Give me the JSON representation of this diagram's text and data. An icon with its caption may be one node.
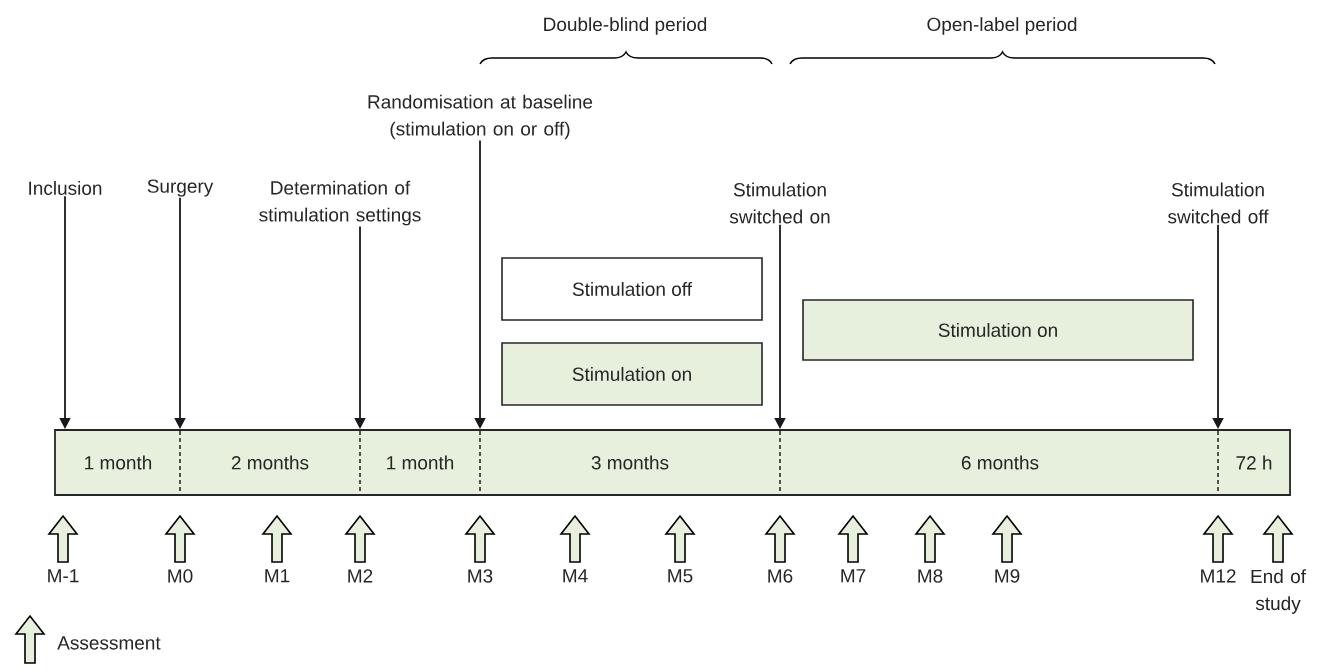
{
  "diagram": {
    "nodes": [
      {
        "text": [
          "Inclusion"
        ]
      },
      {
        "text": [
          "Surgery"
        ]
      },
      {
        "text": [
          "Determination of stimulation settings"
        ]
      },
      {
        "text": [
          "Randomisation at baseline (stimulation on or off)"
        ]
      },
      {
        "text": [
          "Stimulation switched on"
        ]
      },
      {
        "text": [
          "Stimulation switched off"
        ]
      },
      {
        "text": [
          "1 month",
          "2 months",
          "1 month",
          "3 months",
          "6 months",
          "72 h"
        ]
      },
      {
        "text": [
          "Stimulation off"
        ]
      },
      {
        "text": [
          "Stimulation on"
        ]
      },
      {
        "text": [
          "Stimulation on"
        ]
      }
    ],
    "edges": [
      {
        "from": 0,
        "to": 6,
        "arrow": "to"
      },
      {
        "from": 1,
        "to": 6,
        "arrow": "to"
      },
      {
        "from": 2,
        "to": 6,
        "arrow": "to"
      },
      {
        "from": 3,
        "to": 6,
        "arrow": "to"
      },
      {
        "from": 4,
        "to": 6,
        "arrow": "to"
      },
      {
        "from": 5,
        "to": 6,
        "arrow": "to"
      }
    ],
    "labels": [
      "Double-blind period",
      "Open-label period",
      "M-1",
      "M0",
      "M1",
      "M2",
      "M3",
      "M4",
      "M5",
      "M6",
      "M7",
      "M8",
      "M9",
      "M12",
      "End of study"
    ],
    "legend": [
      {
        "text": "Assessment"
      }
    ]
  }
}
